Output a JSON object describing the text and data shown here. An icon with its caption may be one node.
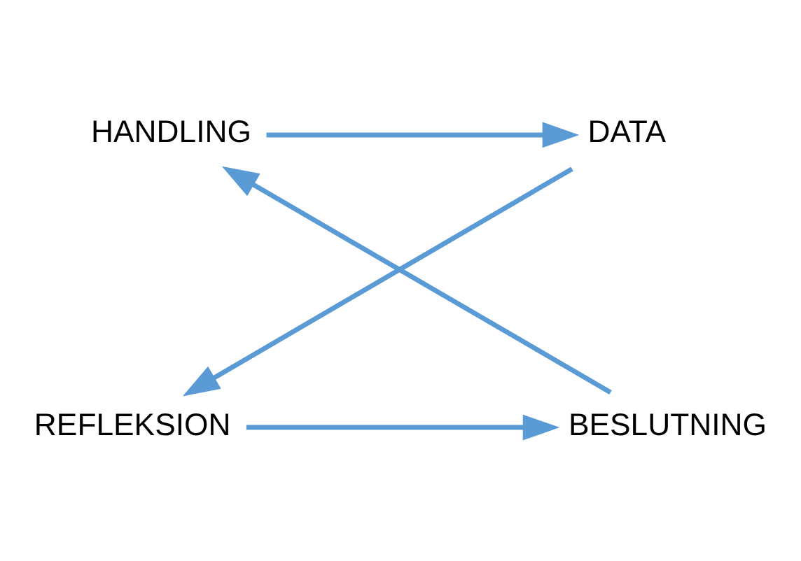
{
  "diagram": {
    "nodes": [
      {
        "text": [
          "HANDLING"
        ]
      },
      {
        "text": [
          "DATA"
        ]
      },
      {
        "text": [
          "REFLEKSION"
        ]
      },
      {
        "text": [
          "BESLUTNING"
        ]
      }
    ],
    "edges": [
      {
        "from": 0,
        "to": 1,
        "arrow": "to"
      },
      {
        "from": 1,
        "to": 2,
        "arrow": "to"
      },
      {
        "from": 2,
        "to": 3,
        "arrow": "to"
      },
      {
        "from": 3,
        "to": 0,
        "arrow": "to"
      }
    ]
  }
}
